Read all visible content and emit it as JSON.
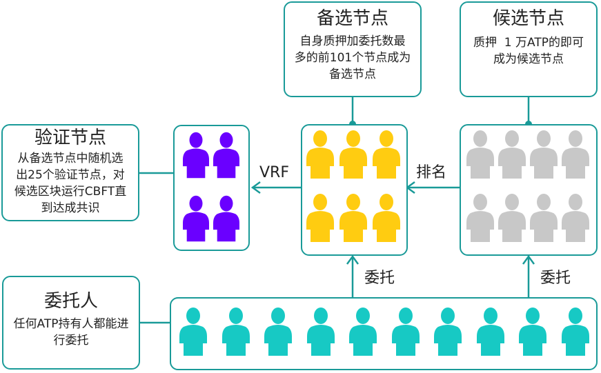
{
  "boxes": {
    "standby": {
      "title": "备选节点",
      "desc": [
        "自身质押加委托数最",
        "多的前101个节点成为",
        "备选节点"
      ]
    },
    "candidate": {
      "title": "候选节点",
      "desc": [
        "质押  1 万ATP的即可",
        "成为候选节点"
      ]
    },
    "validator": {
      "title": "验证节点",
      "desc": [
        "从备选节点中随机选",
        "出25个验证节点，对",
        "候选区块运行CBFT直",
        "到达成共识"
      ]
    },
    "delegator": {
      "title": "委托人",
      "desc": [
        "任何ATP持有人都能进",
        "行委托"
      ]
    }
  },
  "labels": {
    "vrf": "VRF",
    "rank": "排名",
    "delegate_left": "委托",
    "delegate_right": "委托"
  },
  "colors": {
    "border": "#199a98",
    "validator": "#6a00ff",
    "standby": "#ffcc11",
    "candidate": "#c8c8c8",
    "delegator": "#17c9c4"
  }
}
